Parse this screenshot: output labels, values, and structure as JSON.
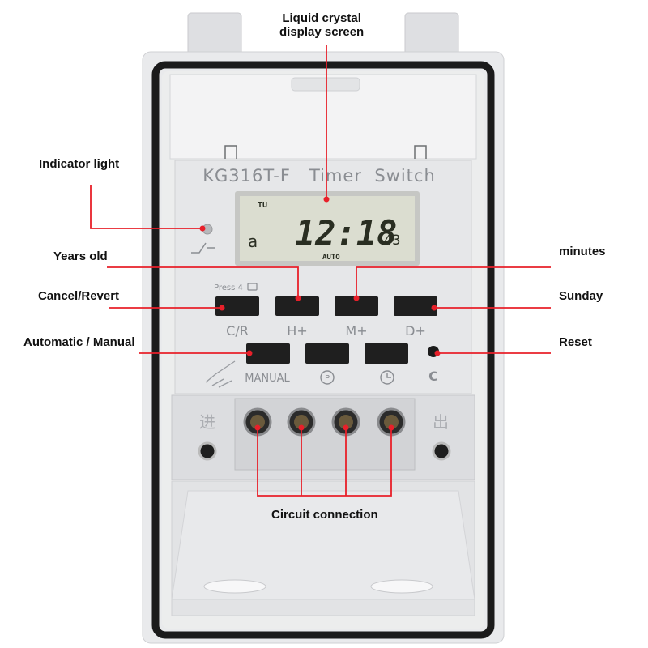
{
  "device": {
    "model_title": "KG316T-F   Timer  Switch",
    "lcd": {
      "day": "TU",
      "time": "12:18",
      "seconds": "43",
      "left_char": "a",
      "mode": "AUTO"
    },
    "buttons_row1": [
      "C/R",
      "H+",
      "M+",
      "D+"
    ],
    "press_hint": "Press 4",
    "manual_label": "MANUAL",
    "reset_label": "C",
    "terminal_in": "进",
    "terminal_out": "出"
  },
  "callouts": {
    "lcd": [
      "Liquid crystal",
      "display screen"
    ],
    "indicator": "Indicator light",
    "years_old": "Years old",
    "cancel_revert": "Cancel/Revert",
    "auto_manual": "Automatic / Manual",
    "minutes": "minutes",
    "sunday": "Sunday",
    "reset": "Reset",
    "circuit": "Circuit connection"
  },
  "colors": {
    "housing": "#e9eaec",
    "frame": "#1b1b1b",
    "lcd_bg": "#dbddd0",
    "button": "#1f1f1f",
    "leader": "#e8202a"
  }
}
